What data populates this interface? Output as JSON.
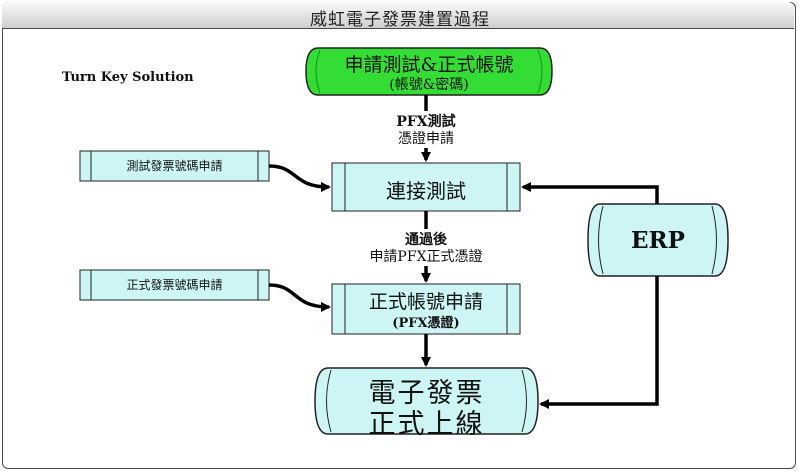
{
  "title": "威虹電子發票建置過程",
  "subtitle": "Turn Key Solution",
  "nodes": {
    "apply_account": {
      "line1": "申請測試&正式帳號",
      "line2": "(帳號&密碼)"
    },
    "test_invoice_apply": "測試發票號碼申請",
    "connection_test": "連接測試",
    "formal_invoice_apply": "正式發票號碼申請",
    "formal_account_apply": {
      "line1": "正式帳號申請",
      "line2": "(PFX憑證)"
    },
    "erp": "ERP",
    "go_live": {
      "line1": "電子發票",
      "line2": "正式上線"
    }
  },
  "edges": {
    "pfx_test": {
      "line1": "PFX測試",
      "line2": "憑證申請"
    },
    "after_pass": {
      "line1": "通過後",
      "line2": "申請PFX正式憑證"
    }
  },
  "colors": {
    "green_fill": "#33dd33",
    "cyan_fill": "#cdf5f5",
    "stroke": "#222222",
    "arrow": "#000000"
  }
}
